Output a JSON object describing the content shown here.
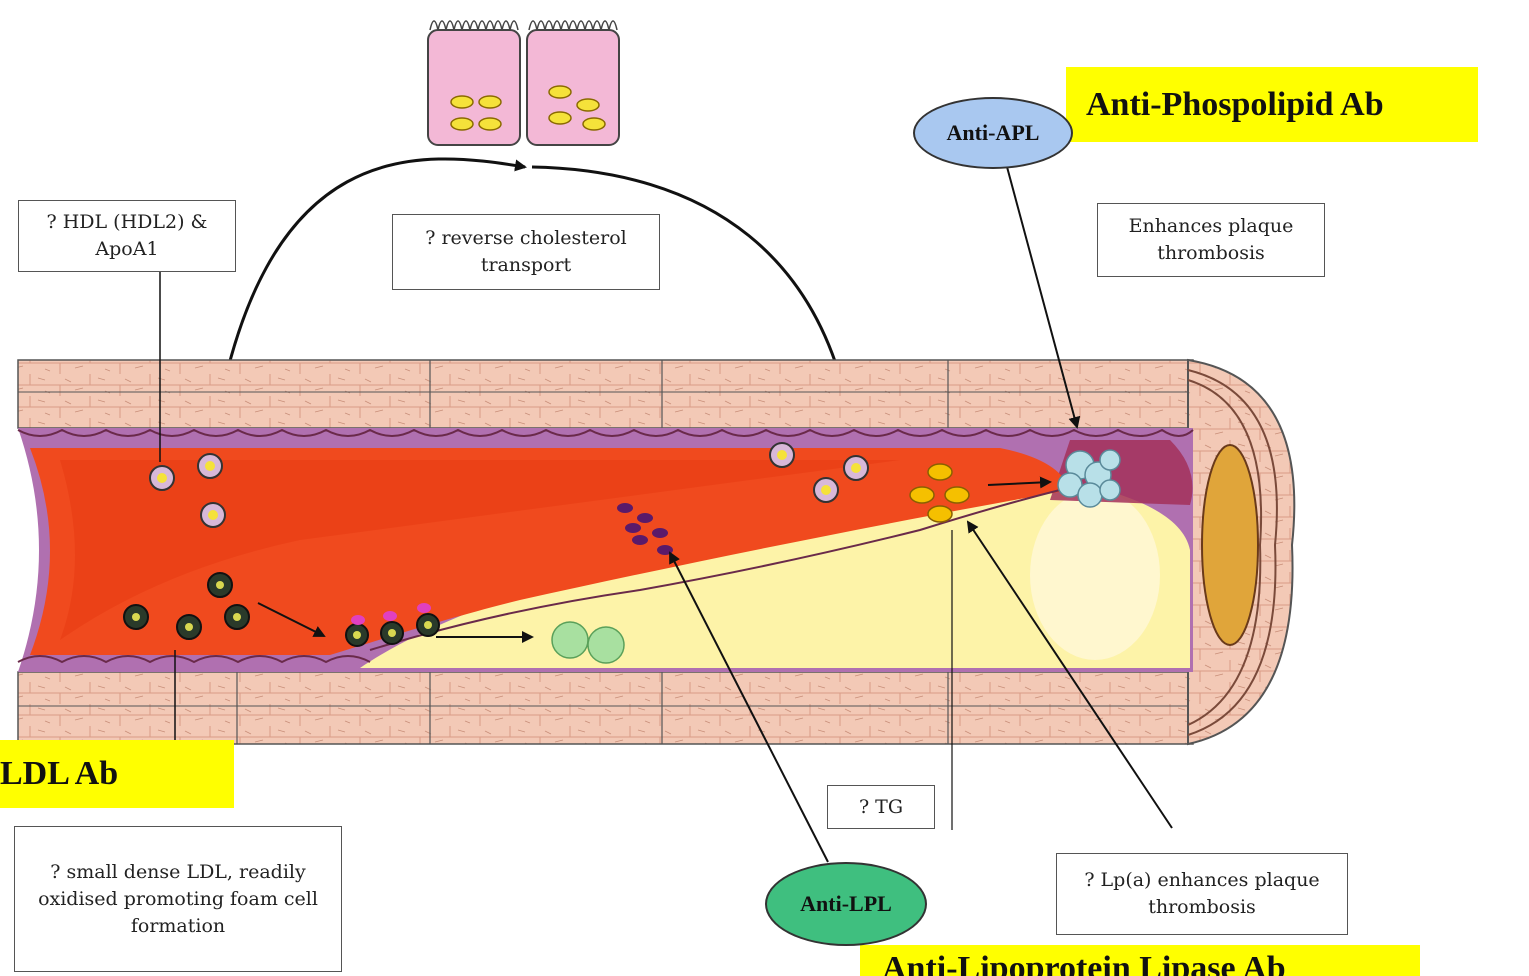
{
  "labels": {
    "hdl": "? HDL (HDL2) & ApoA1",
    "reverse": "? reverse cholesterol transport",
    "plaque": "Enhances plaque thrombosis",
    "tg": "? TG",
    "small_ldl": "? small dense LDL, readily oxidised promoting foam cell formation",
    "lpa": "? Lp(a) enhances plaque thrombosis"
  },
  "highlights": {
    "anti_phospholipid": "Anti-Phospolipid Ab",
    "ldl_ab": "LDL Ab",
    "anti_lipoprotein_lipase": "Anti-Lipoprotein Lipase Ab"
  },
  "ovals": {
    "anti_apl": "Anti-APL",
    "anti_lpl": "Anti-LPL"
  },
  "colors": {
    "blood": "#f04a1e",
    "wall": "#f3c9b6",
    "endothelium": "#b05a8a",
    "plaque_core": "#fdf3a8",
    "highlight": "#ffff00",
    "anti_apl_oval": "#a9c8f0",
    "anti_lpl_oval": "#3fbf7f"
  }
}
